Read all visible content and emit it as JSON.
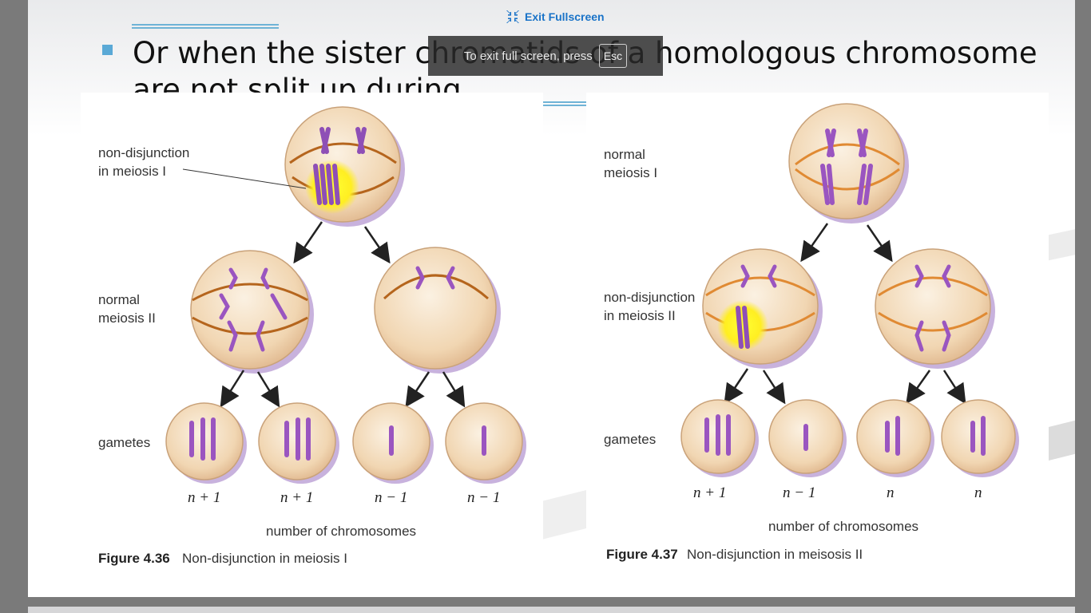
{
  "slide": {
    "bullet_text": "Or when the sister chromatids of a homologous chromosome are not split up during"
  },
  "fullscreen": {
    "exit_label": "Exit Fullscreen",
    "toast_text": "To exit full screen, press",
    "toast_key": "Esc"
  },
  "figure_left": {
    "label_top_1": "non-disjunction",
    "label_top_2": "in meiosis I",
    "label_mid_1": "normal",
    "label_mid_2": "meiosis II",
    "label_gametes": "gametes",
    "counts": [
      "n + 1",
      "n + 1",
      "n − 1",
      "n − 1"
    ],
    "axis_label": "number of chromosomes",
    "caption_number": "Figure 4.36",
    "caption_text": "Non-disjunction in meiosis I"
  },
  "figure_right": {
    "label_top_1": "normal",
    "label_top_2": "meiosis I",
    "label_mid_1": "non-disjunction",
    "label_mid_2": "in meiosis II",
    "label_gametes": "gametes",
    "counts": [
      "n + 1",
      "n − 1",
      "n",
      "n"
    ],
    "axis_label": "number of chromosomes",
    "caption_number": "Figure 4.37",
    "caption_text": "Non-disjunction in meisosis II"
  },
  "colors": {
    "cell_fill": "#f3d9b8",
    "cell_edge": "#c9a27a",
    "cell_shadow": "#c8b2dd",
    "chromosome": "#9a55c0",
    "spindle": "#d2741f",
    "highlight": "#ffee22",
    "accent": "#5aa9d6"
  }
}
